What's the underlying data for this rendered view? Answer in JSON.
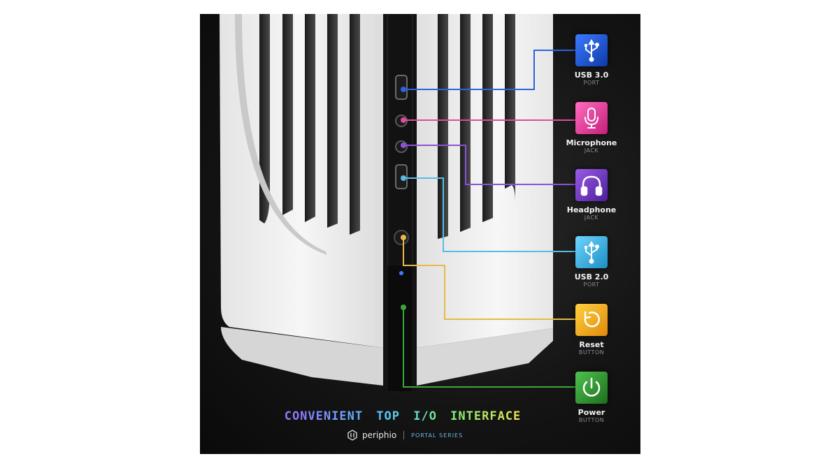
{
  "ports": [
    {
      "label": "USB 3.0",
      "sub": "PORT",
      "icon": "usb-icon",
      "color": "#1f55d6"
    },
    {
      "label": "Microphone",
      "sub": "JACK",
      "icon": "microphone-icon",
      "color": "#e53c9a"
    },
    {
      "label": "Headphone",
      "sub": "JACK",
      "icon": "headphone-icon",
      "color": "#7b3fc4"
    },
    {
      "label": "USB 2.0",
      "sub": "PORT",
      "icon": "usb-icon",
      "color": "#3bb6e6"
    },
    {
      "label": "Reset",
      "sub": "BUTTON",
      "icon": "reset-icon",
      "color": "#f2a81c"
    },
    {
      "label": "Power",
      "sub": "BUTTON",
      "icon": "power-icon",
      "color": "#2f9a2f"
    }
  ],
  "headline": "CONVENIENT TOP I/O INTERFACE",
  "brand": {
    "name": "periphio",
    "series": "PORTAL SERIES"
  }
}
